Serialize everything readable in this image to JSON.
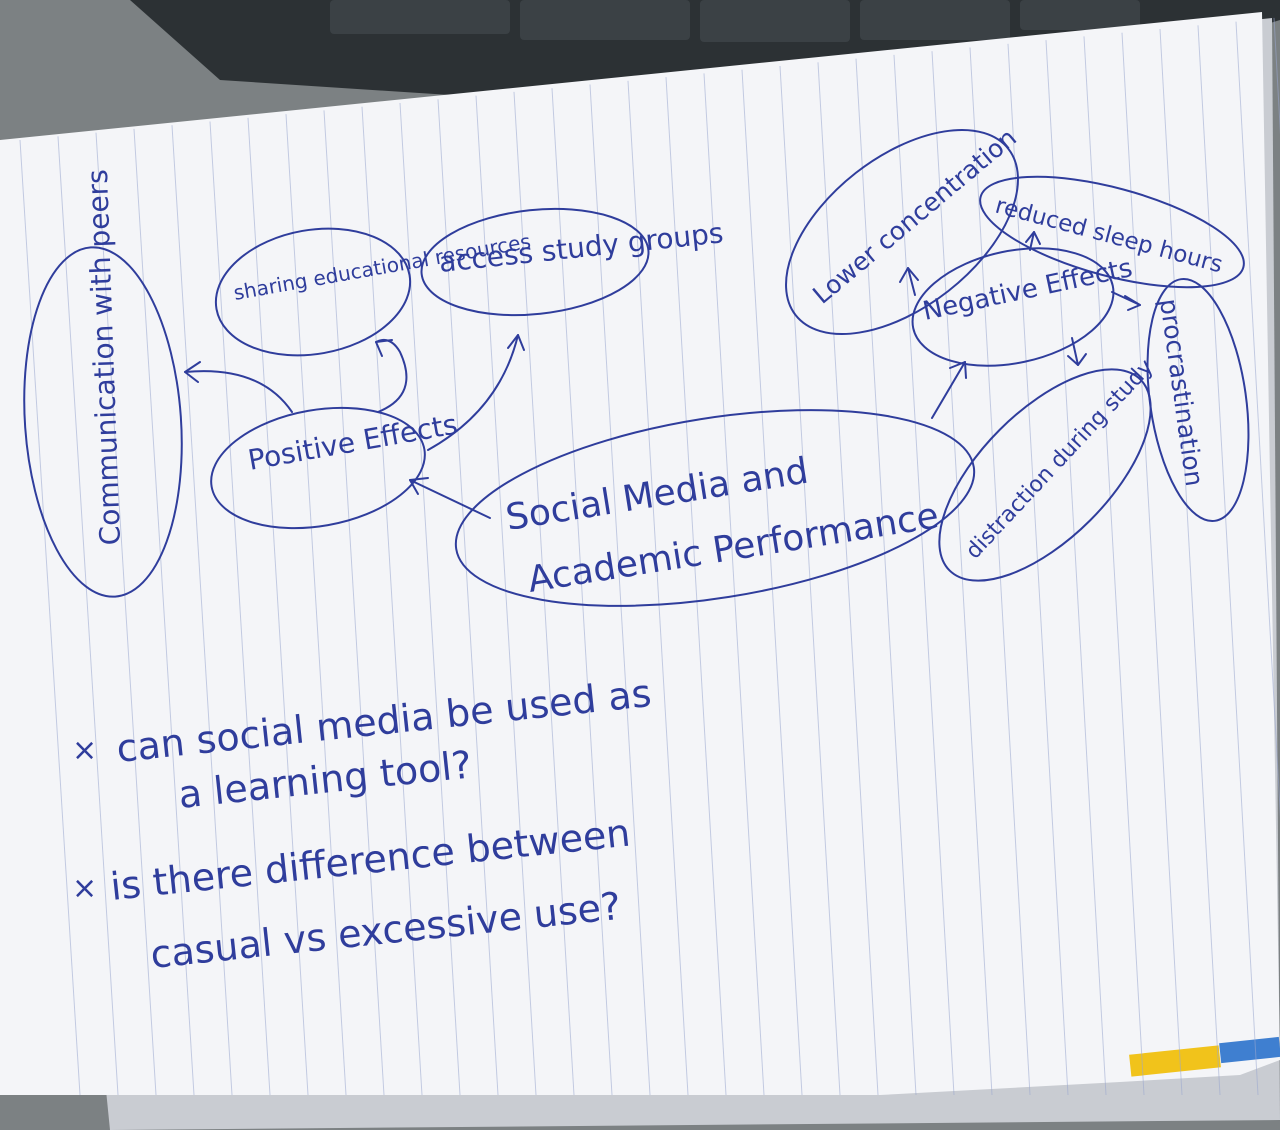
{
  "colors": {
    "ink": "#2f3d9c",
    "paper": "#f4f5f8",
    "paper_shadow": "#d9dce3",
    "rule_line": "#9aa7cf",
    "laptop": "#2c3134",
    "laptop_key": "#3b4145",
    "table": "#7c8183",
    "tab_yellow": "#f1c31b",
    "tab_blue": "#3f7fd0"
  },
  "mindmap": {
    "center": {
      "line1": "Social Media and",
      "line2": "Academic Performance"
    },
    "positive": {
      "title": "Positive Effects",
      "items": [
        {
          "label": "Communication with peers"
        },
        {
          "label": "sharing educational resources"
        },
        {
          "label": "access study groups"
        }
      ]
    },
    "negative": {
      "title": "Negative Effects",
      "items": [
        {
          "label": "Lower concentration"
        },
        {
          "label": "reduced sleep hours"
        },
        {
          "label": "procrastination"
        },
        {
          "label": "distraction during study"
        }
      ]
    }
  },
  "notes": [
    {
      "line1": "can social media be used as",
      "line2": "a learning tool?"
    },
    {
      "line1": "is there difference between",
      "line2": "casual vs excessive use?"
    }
  ]
}
